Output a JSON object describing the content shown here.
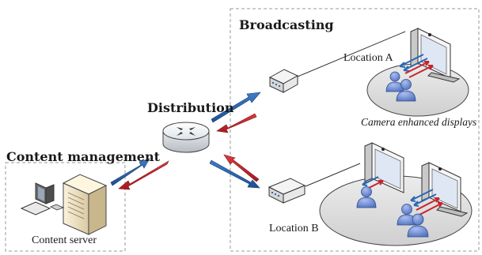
{
  "regions": {
    "content_management": "Content management",
    "distribution": "Distribution",
    "broadcasting": "Broadcasting"
  },
  "labels": {
    "content_server": "Content server",
    "location_a": "Location A",
    "location_b": "Location B",
    "camera_displays": "Camera enhanced displays"
  },
  "colors": {
    "arrow_outgoing": "#2d67b3",
    "arrow_incoming": "#c8232c",
    "person": "#6f8fd0",
    "floor": "#dcdcdc",
    "border": "#9a9a9a"
  },
  "icons": {
    "server": "server-tower-icon",
    "router": "router-icon",
    "client": "set-top-box-icon",
    "display": "camera-display-icon",
    "audience": "person-icon"
  }
}
